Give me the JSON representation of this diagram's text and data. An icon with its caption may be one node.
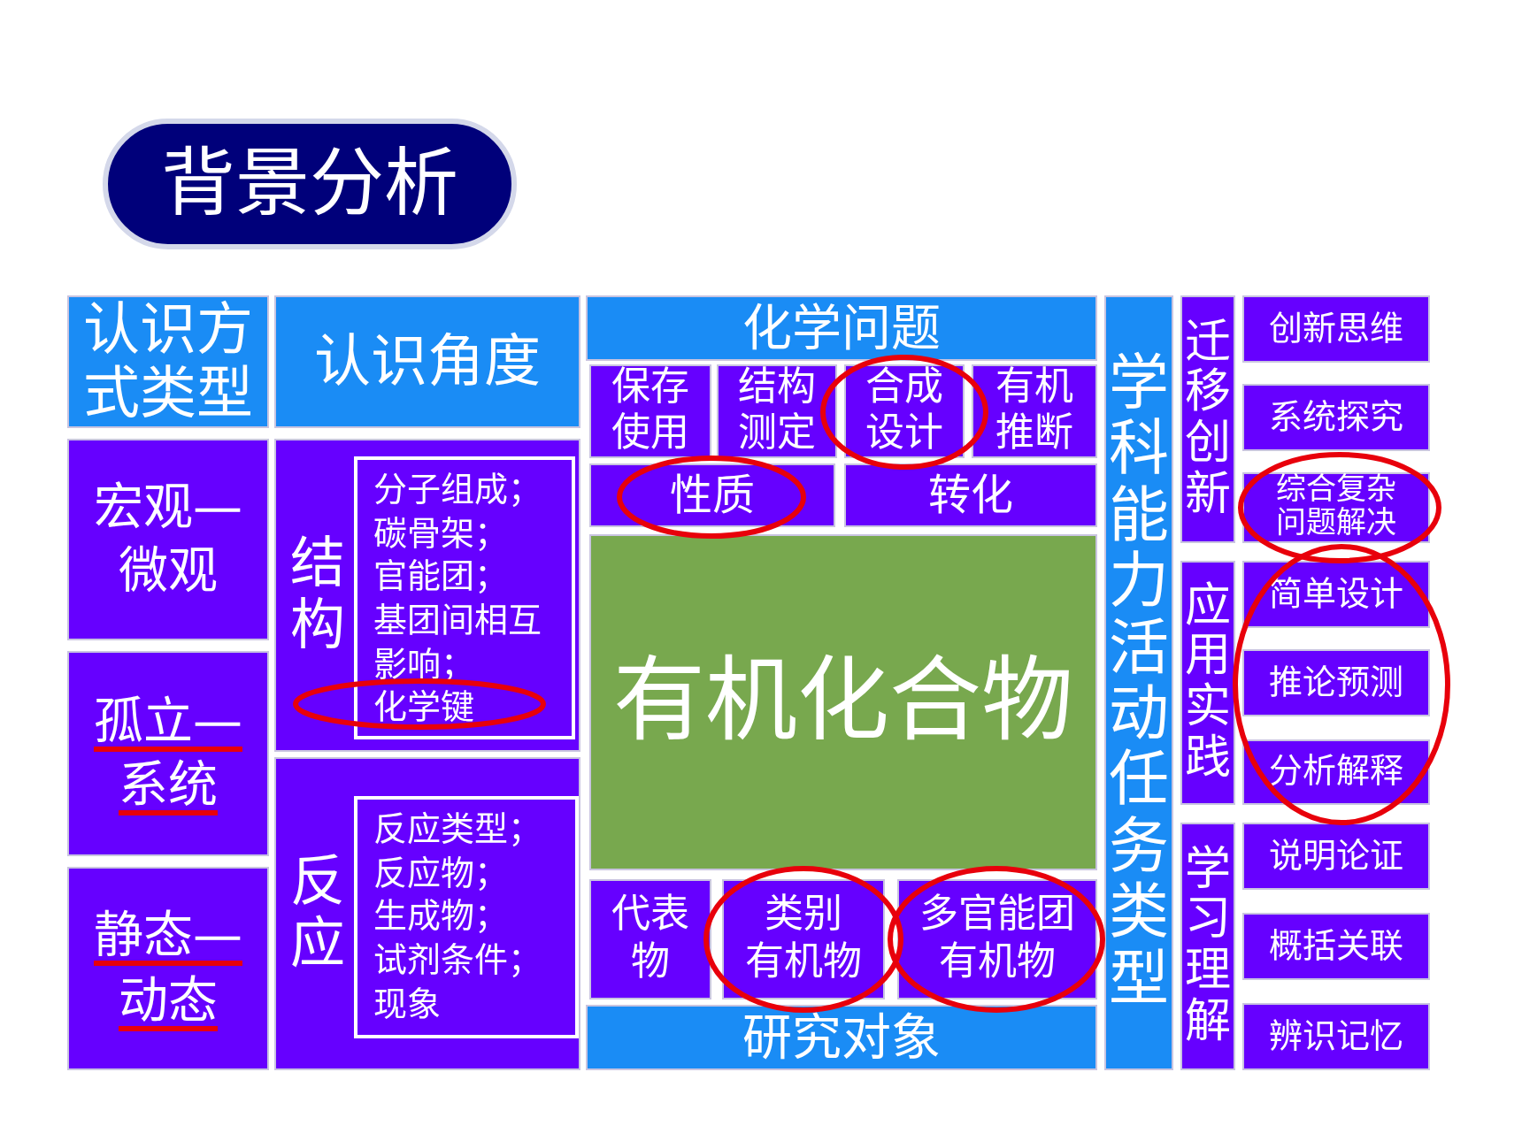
{
  "diagram": {
    "title": "背景分析",
    "nodes": [
      {
        "text": [
          "认识方式类型"
        ]
      },
      {
        "text": [
          "宏观—微观"
        ]
      },
      {
        "text": [
          "孤立—系统"
        ]
      },
      {
        "text": [
          "静态—动态"
        ]
      },
      {
        "text": [
          "认识角度"
        ]
      },
      {
        "text": [
          "结构"
        ]
      },
      {
        "text": [
          "分子组成；",
          "碳骨架；",
          "官能团；",
          "基团间相互影响；",
          "化学键"
        ],
        "in": 5
      },
      {
        "text": [
          "反应"
        ]
      },
      {
        "text": [
          "反应类型；",
          "反应物；",
          "生成物；",
          "试剂条件；",
          "现象"
        ],
        "in": 7
      },
      {
        "text": [
          "化学问题"
        ]
      },
      {
        "text": [
          "保存使用"
        ]
      },
      {
        "text": [
          "结构测定"
        ]
      },
      {
        "text": [
          "合成设计"
        ]
      },
      {
        "text": [
          "有机推断"
        ]
      },
      {
        "text": [
          "性质"
        ]
      },
      {
        "text": [
          "转化"
        ]
      },
      {
        "text": [
          "有机化合物"
        ]
      },
      {
        "text": [
          "代表物"
        ]
      },
      {
        "text": [
          "类别有机物"
        ]
      },
      {
        "text": [
          "多官能团有机物"
        ]
      },
      {
        "text": [
          "研究对象"
        ]
      },
      {
        "text": [
          "学科能力活动任务类型"
        ]
      },
      {
        "text": [
          "迁移创新"
        ]
      },
      {
        "text": [
          "创新思维"
        ]
      },
      {
        "text": [
          "系统探究"
        ]
      },
      {
        "text": [
          "综合复杂问题解决"
        ]
      },
      {
        "text": [
          "应用实践"
        ]
      },
      {
        "text": [
          "简单设计"
        ]
      },
      {
        "text": [
          "推论预测"
        ]
      },
      {
        "text": [
          "分析解释"
        ]
      },
      {
        "text": [
          "学习理解"
        ]
      },
      {
        "text": [
          "说明论证"
        ]
      },
      {
        "text": [
          "概括关联"
        ]
      },
      {
        "text": [
          "辨识记忆"
        ]
      }
    ]
  }
}
